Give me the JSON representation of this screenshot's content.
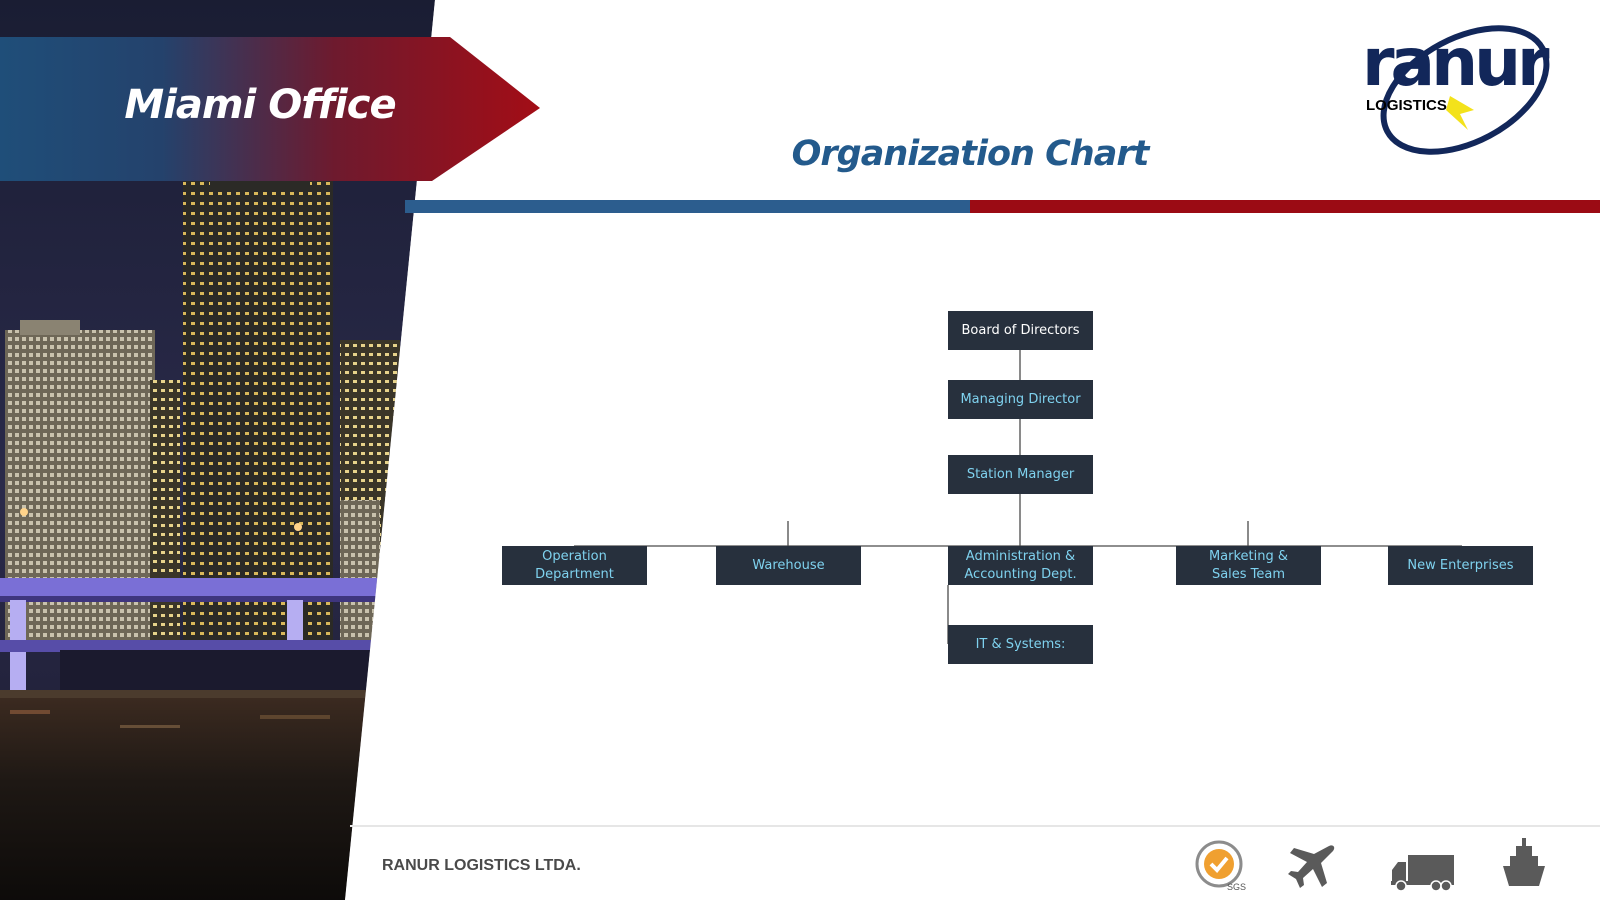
{
  "banner": {
    "title": "Miami Office"
  },
  "logo": {
    "wordmark": "ranur",
    "subtitle": "LOGISTICS"
  },
  "page_title": "Organization Chart",
  "org": {
    "board": "Board of Directors",
    "managing": "Managing Director",
    "station": "Station Manager",
    "operation": [
      "Operation",
      "Department"
    ],
    "warehouse": "Warehouse",
    "admin": [
      "Administration &",
      "Accounting Dept."
    ],
    "marketing": [
      "Marketing &",
      "Sales Team"
    ],
    "new_enterprises": "New Enterprises",
    "it": "IT & Systems:"
  },
  "footer": {
    "company": "RANUR LOGISTICS LTDA.",
    "cert_label": "SGS",
    "icons": [
      "certification-badge-icon",
      "airplane-icon",
      "truck-icon",
      "ship-icon"
    ]
  },
  "colors": {
    "banner_blue": "#1f4e79",
    "banner_red": "#a30d16",
    "title_blue": "#235a8c",
    "node_fill": "#27303d",
    "node_text": "#7fd2ef",
    "stripe_blue": "#2c5d8e",
    "stripe_red": "#9b0b14"
  }
}
